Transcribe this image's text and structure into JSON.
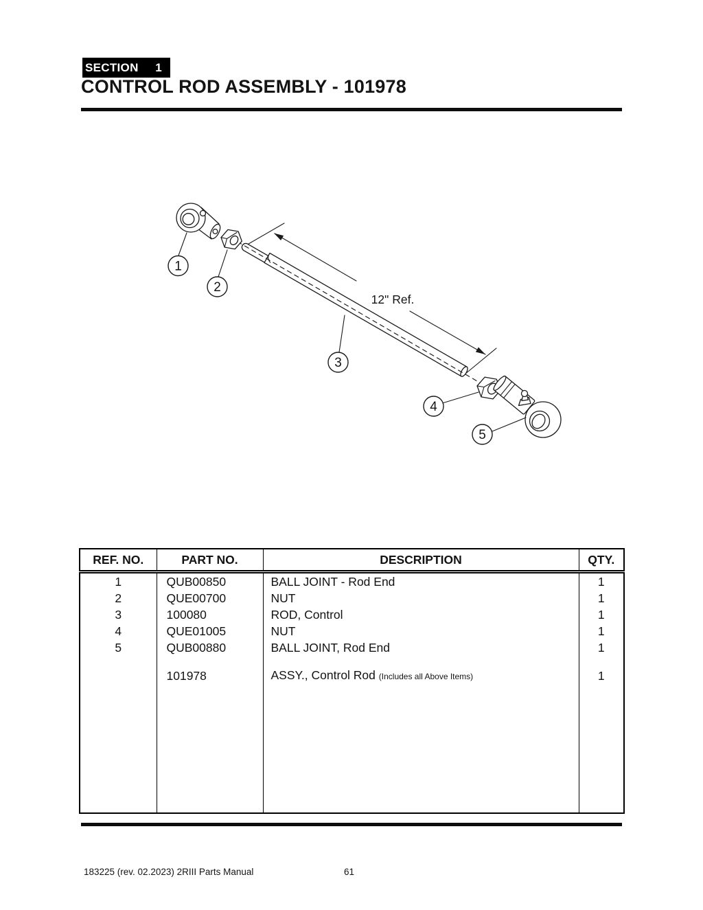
{
  "header": {
    "section_label": "SECTION",
    "section_number": "1",
    "title": "CONTROL ROD ASSEMBLY - 101978"
  },
  "diagram": {
    "dimension_label": "12\" Ref.",
    "callouts": [
      {
        "label": "1",
        "part": "BALL JOINT - Rod End"
      },
      {
        "label": "2",
        "part": "NUT"
      },
      {
        "label": "3",
        "part": "ROD, Control"
      },
      {
        "label": "4",
        "part": "NUT"
      },
      {
        "label": "5",
        "part": "BALL JOINT, Rod End"
      }
    ]
  },
  "table": {
    "headers": [
      "REF. NO.",
      "PART NO.",
      "DESCRIPTION",
      "QTY."
    ],
    "rows": [
      {
        "ref": "1",
        "part": "QUB00850",
        "desc": "BALL JOINT - Rod End",
        "qty": "1"
      },
      {
        "ref": "2",
        "part": "QUE00700",
        "desc": "NUT",
        "qty": "1"
      },
      {
        "ref": "3",
        "part": "100080",
        "desc": "ROD, Control",
        "qty": "1"
      },
      {
        "ref": "4",
        "part": "QUE01005",
        "desc": "NUT",
        "qty": "1"
      },
      {
        "ref": "5",
        "part": "QUB00880",
        "desc": "BALL JOINT, Rod End",
        "qty": "1"
      }
    ],
    "assembly_row": {
      "part": "101978",
      "desc": "ASSY., Control Rod",
      "desc_note": "(Includes all Above Items)",
      "qty": "1"
    }
  },
  "footer": {
    "doc_ref": "183225  (rev. 02.2023) 2RIII Parts Manual",
    "page_number": "61"
  }
}
